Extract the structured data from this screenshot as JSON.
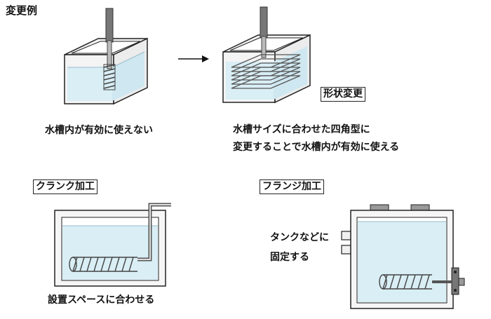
{
  "title": "変更例",
  "top": {
    "left_caption": "水槽内が有効に使えない",
    "shape_change_label": "形状変更",
    "right_caption_line1": "水槽サイズに合わせた四角型に",
    "right_caption_line2": "変更することで水槽内が有効に使える"
  },
  "crank": {
    "label": "クランク加工",
    "caption": "設置スペースに合わせる"
  },
  "flange": {
    "label": "フランジ加工",
    "caption_line1": "タンクなどに",
    "caption_line2": "固定する"
  },
  "colors": {
    "water": "#d9eef5",
    "outline": "#222222",
    "box_fill": "#f6f6f6"
  }
}
